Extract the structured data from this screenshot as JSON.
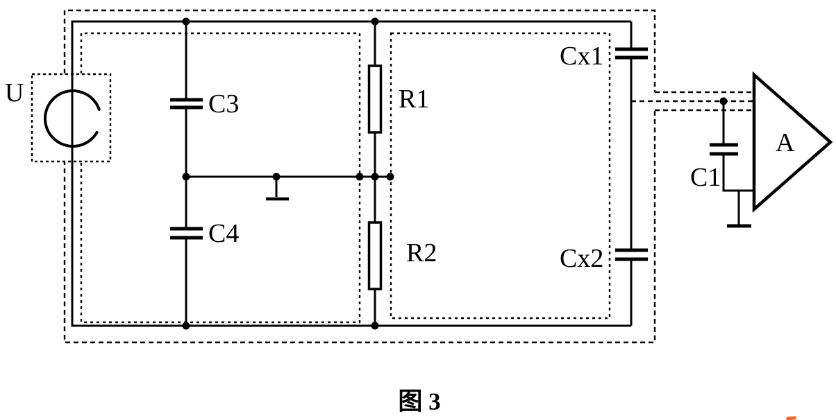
{
  "diagram": {
    "type": "circuit-schematic",
    "labels": {
      "source": "U",
      "c3": "C3",
      "c4": "C4",
      "r1": "R1",
      "r2": "R2",
      "cx1": "Cx1",
      "cx2": "Cx2",
      "c1": "C1",
      "amplifier": "A"
    },
    "caption": "图 3",
    "colors": {
      "line": "#000000",
      "background": "#ffffff",
      "corner_mark": "#ed6a35"
    }
  }
}
